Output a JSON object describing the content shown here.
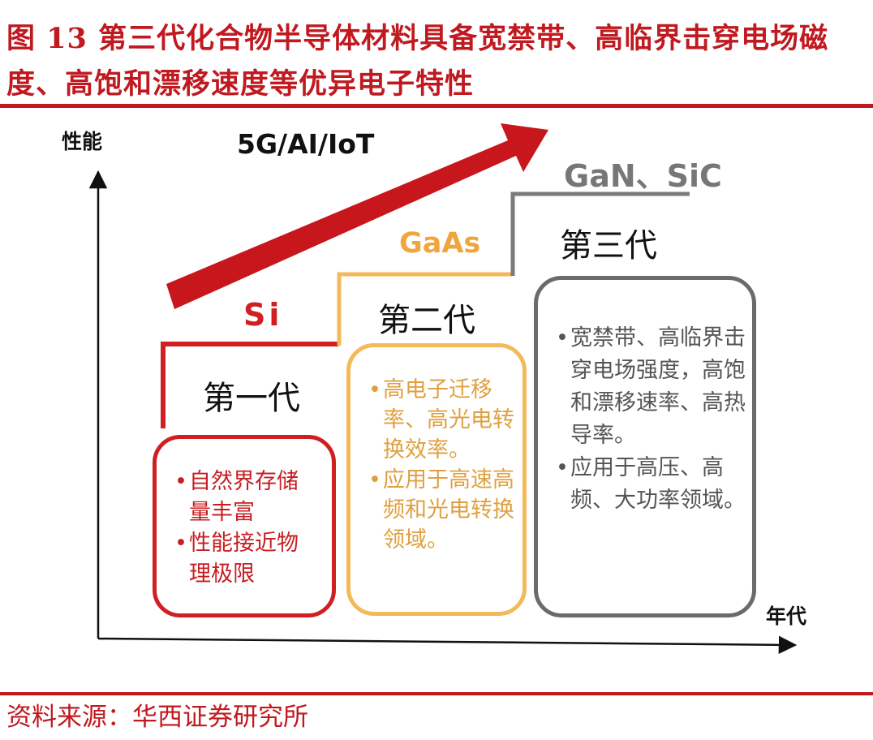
{
  "title": "图 13 第三代化合物半导体材料具备宽禁带、高临界击穿电场磁度、高饱和漂移速度等优异电子特性",
  "source": "资料来源：华西证券研究所",
  "axes": {
    "y_label": "性能",
    "x_label": "年代"
  },
  "trend_label": "5G/AI/IoT",
  "generations": [
    {
      "material": "Si",
      "name": "第一代",
      "color": "#d01f22",
      "bullets": [
        "自然界存储量丰富",
        "性能接近物理极限"
      ]
    },
    {
      "material": "GaAs",
      "name": "第二代",
      "color": "#f3b95a",
      "bullets": [
        "高电子迁移率、高光电转换效率。",
        "应用于高速高频和光电转换领域。"
      ]
    },
    {
      "material": "GaN、SiC",
      "name": "第三代",
      "color": "#6b6b6b",
      "bullets": [
        "宽禁带、高临界击穿电场强度，高饱和漂移速率、高热导率。",
        "应用于高压、高频、大功率领域。"
      ]
    }
  ],
  "colors": {
    "accent": "#c0191f",
    "arrow": "#c8161d"
  }
}
